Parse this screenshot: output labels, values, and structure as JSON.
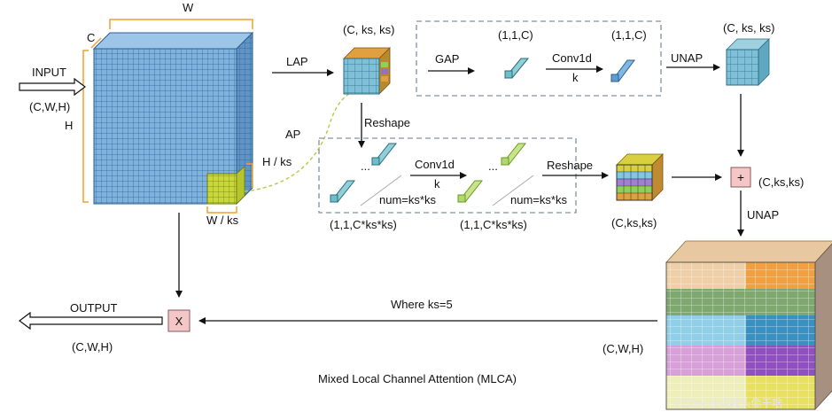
{
  "labels": {
    "w_top": "W",
    "c_left": "C",
    "h_left": "H",
    "input": "INPUT",
    "input_shape": "(C,W,H)",
    "h_over_ks": "H / ks",
    "w_over_ks": "W / ks",
    "lap": "LAP",
    "ap": "AP",
    "lap_out_shape": "(C, ks, ks)",
    "gap": "GAP",
    "gap_shape": "(1,1,C)",
    "conv1d_top": "Conv1d",
    "k_top": "k",
    "conv_shape": "(1,1,C)",
    "unap_top": "UNAP",
    "unap_top_shape": "(C, ks, ks)",
    "reshape_down": "Reshape",
    "dots1": "...",
    "num1": "num=ks*ks",
    "conv1d_mid": "Conv1d",
    "k_mid": "k",
    "dots2": "...",
    "num2": "num=ks*ks",
    "reshape_right": "Reshape",
    "shape_left_bottom": "(1,1,C*ks*ks)",
    "shape_mid_bottom": "(1,1,C*ks*ks)",
    "reshape_out_shape": "(C,ks,ks)",
    "plus": "+",
    "plus_shape": "(C,ks,ks)",
    "unap_mid": "UNAP",
    "output": "OUTPUT",
    "output_shape": "(C,W,H)",
    "mult": "X",
    "where": "Where ks=5",
    "big_shape": "(C,W,H)",
    "caption": "Mixed Local Channel Attention (MLCA)",
    "watermark": "CSDN @点我头像干啥"
  },
  "colors": {
    "cube_blue": "#7fb2dd",
    "cube_yellow": "#c8d83a",
    "teal": "#8fd0d6",
    "light_green": "#c7e48a",
    "plus_box": "#f5c6c8",
    "dashed": "#8090a8",
    "bracket": "#f0a030",
    "curve": "#b8c84a"
  }
}
